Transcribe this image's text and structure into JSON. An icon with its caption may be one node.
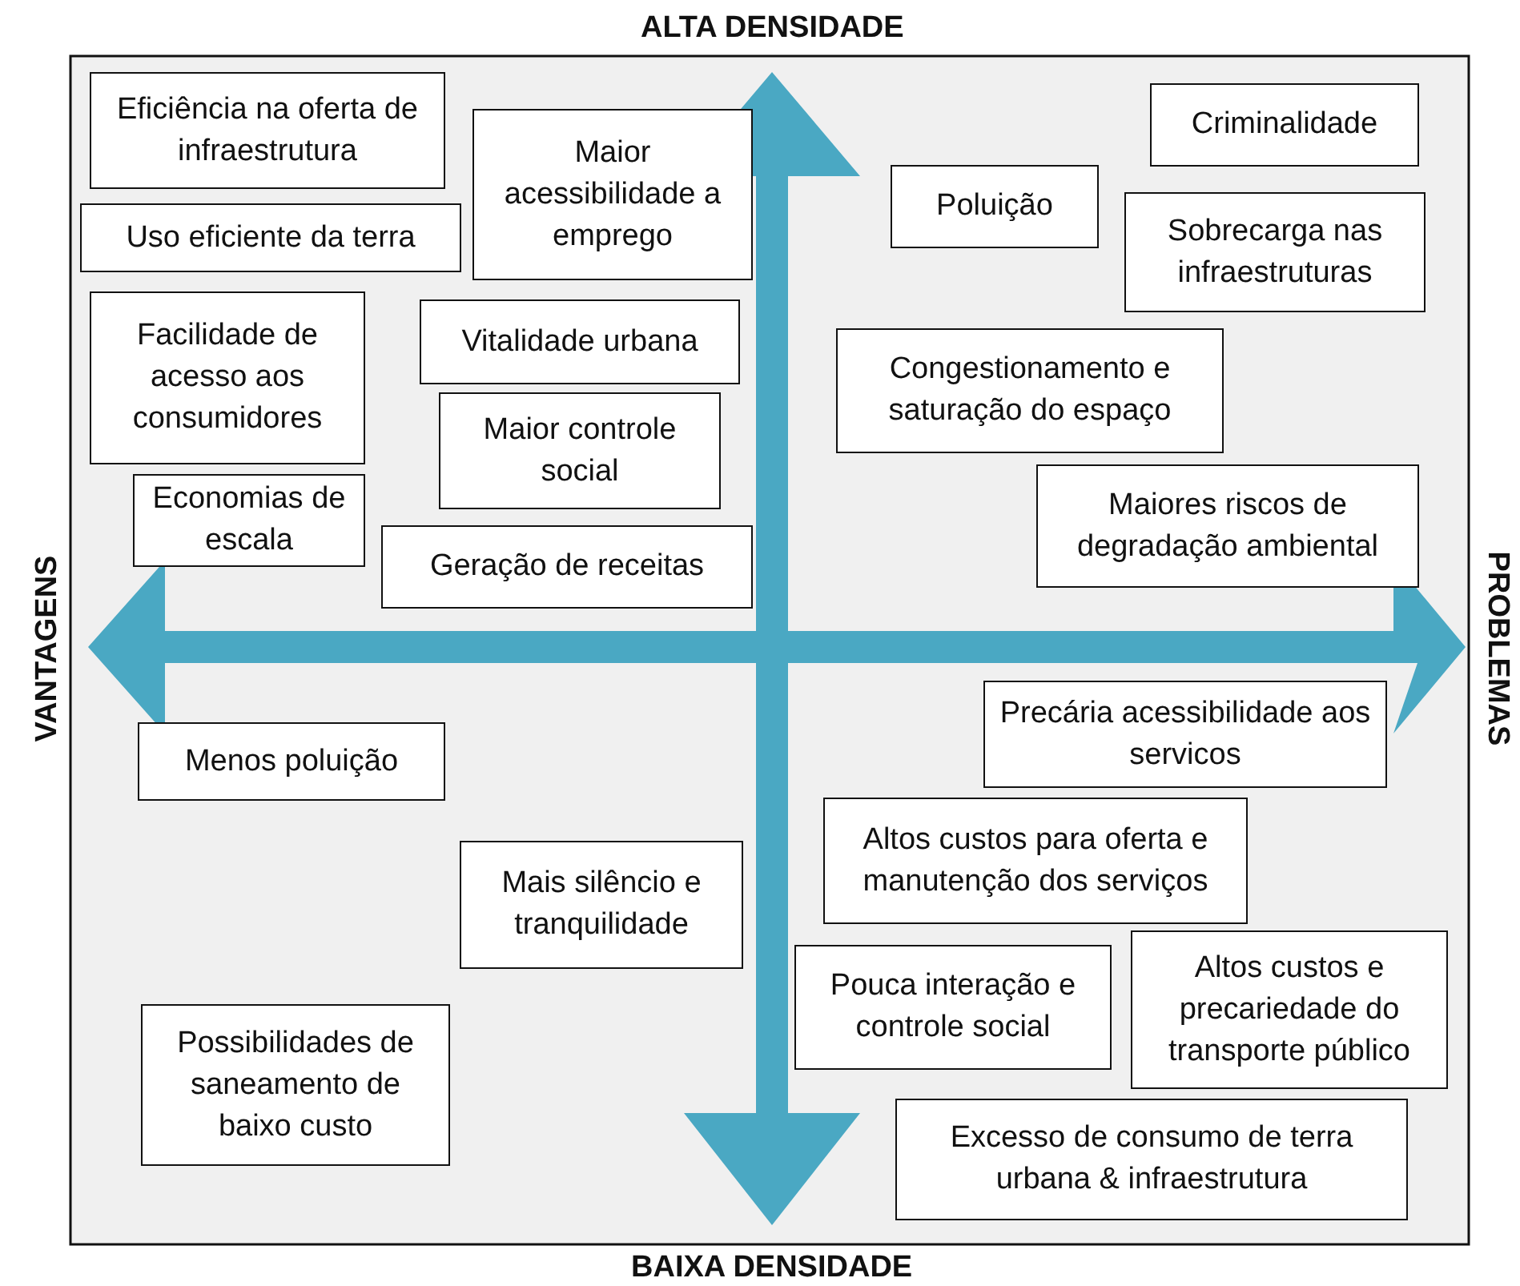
{
  "diagram": {
    "nodes": [
      {
        "text": [
          "Eficiência na oferta de infraestrutura"
        ]
      },
      {
        "text": [
          "Uso eficiente da terra"
        ]
      },
      {
        "text": [
          "Maior acessibilidade a emprego"
        ]
      },
      {
        "text": [
          "Facilidade de acesso aos consumidores"
        ]
      },
      {
        "text": [
          "Vitalidade urbana"
        ]
      },
      {
        "text": [
          "Maior controle social"
        ]
      },
      {
        "text": [
          "Economias de escala"
        ]
      },
      {
        "text": [
          "Geração de receitas"
        ]
      },
      {
        "text": [
          "Criminalidade"
        ]
      },
      {
        "text": [
          "Poluição"
        ]
      },
      {
        "text": [
          "Sobrecarga nas infraestruturas"
        ]
      },
      {
        "text": [
          "Congestionamento e saturação do espaço"
        ]
      },
      {
        "text": [
          "Maiores riscos de degradação ambiental"
        ]
      },
      {
        "text": [
          "Menos poluição"
        ]
      },
      {
        "text": [
          "Mais silêncio e tranquilidade"
        ]
      },
      {
        "text": [
          "Possibilidades de saneamento de baixo custo"
        ]
      },
      {
        "text": [
          "Precária acessibilidade aos servicos"
        ]
      },
      {
        "text": [
          "Altos custos para oferta e manutenção dos serviços"
        ]
      },
      {
        "text": [
          "Pouca interação e controle social"
        ]
      },
      {
        "text": [
          "Altos custos e precariedade do transporte público"
        ]
      },
      {
        "text": [
          "Excesso de consumo de terra urbana & infraestrutura"
        ]
      }
    ],
    "edges": [],
    "labels": [
      "ALTA DENSIDADE",
      "VANTAGENS",
      "PROBLEMAS",
      "BAIXA DENSIDADE"
    ]
  }
}
